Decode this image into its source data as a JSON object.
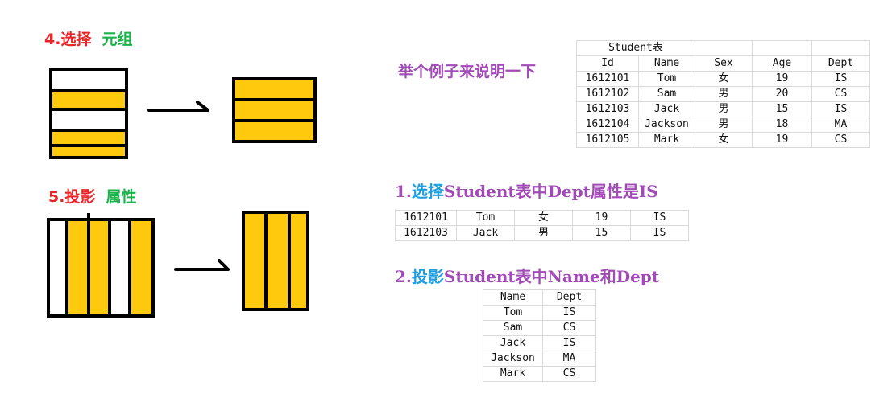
{
  "section4": {
    "num": "4.选择",
    "word": "元组"
  },
  "section5": {
    "num": "5.投影",
    "word": "属性"
  },
  "example_label": "举个例子来说明一下",
  "colors": {
    "fill": "#ffc90e",
    "red": "#e8262a",
    "green": "#1db34b",
    "purple": "#a24bb8",
    "blue": "#1f9fe0"
  },
  "student_table": {
    "title": "Student表",
    "headers": [
      "Id",
      "Name",
      "Sex",
      "Age",
      "Dept"
    ],
    "rows": [
      [
        "1612101",
        "Tom",
        "女",
        "19",
        "IS"
      ],
      [
        "1612102",
        "Sam",
        "男",
        "20",
        "CS"
      ],
      [
        "1612103",
        "Jack",
        "男",
        "15",
        "IS"
      ],
      [
        "1612104",
        "Jackson",
        "男",
        "18",
        "MA"
      ],
      [
        "1612105",
        "Mark",
        "女",
        "19",
        "CS"
      ]
    ]
  },
  "q1": {
    "num": "1.",
    "op": "选择",
    "rest": "Student表中Dept属性是IS",
    "rows": [
      [
        "1612101",
        "Tom",
        "女",
        "19",
        "IS"
      ],
      [
        "1612103",
        "Jack",
        "男",
        "15",
        "IS"
      ]
    ]
  },
  "q2": {
    "num": "2.",
    "op": "投影",
    "rest": "Student表中Name和Dept",
    "headers": [
      "Name",
      "Dept"
    ],
    "rows": [
      [
        "Tom",
        "IS"
      ],
      [
        "Sam",
        "CS"
      ],
      [
        "Jack",
        "IS"
      ],
      [
        "Jackson",
        "MA"
      ],
      [
        "Mark",
        "CS"
      ]
    ]
  }
}
